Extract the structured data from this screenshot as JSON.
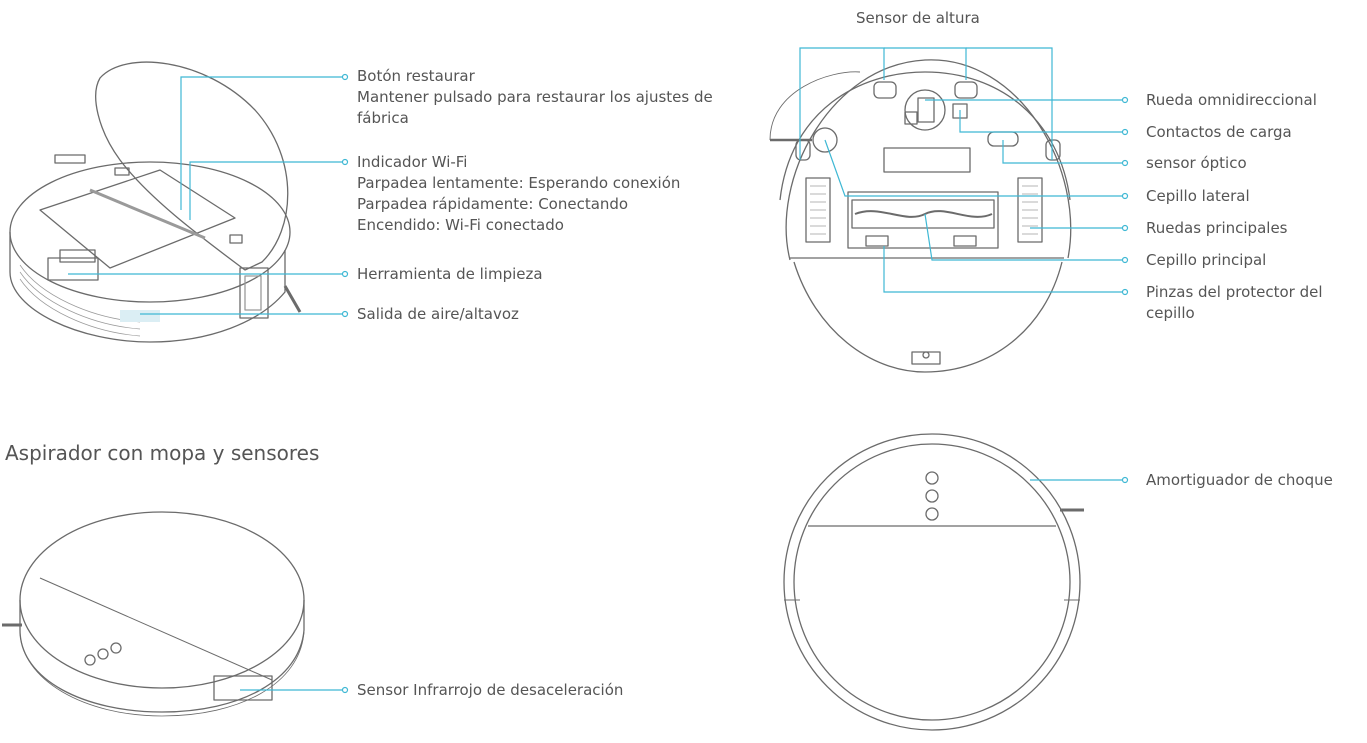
{
  "section_heading": "Aspirador con mopa y sensores",
  "accent_color": "#3fb8d4",
  "labels": {
    "sensor_altura": "Sensor de altura",
    "boton_restaurar": [
      "Botón restaurar",
      "Mantener pulsado para restaurar los ajustes de",
      "fábrica"
    ],
    "indicador_wifi": [
      "Indicador Wi-Fi",
      "Parpadea lentamente: Esperando conexión",
      "Parpadea rápidamente: Conectando",
      "Encendido: Wi-Fi conectado"
    ],
    "herramienta": "Herramienta de limpieza",
    "salida_aire": "Salida de aire/altavoz",
    "rueda_omni": "Rueda omnidireccional",
    "contactos": "Contactos de carga",
    "sensor_optico": "sensor óptico",
    "cepillo_lateral": "Cepillo lateral",
    "ruedas_principales": "Ruedas principales",
    "cepillo_principal": "Cepillo principal",
    "pinzas": [
      "Pinzas del protector del",
      "cepillo"
    ],
    "amortiguador": "Amortiguador de choque",
    "sensor_infrarrojo": "Sensor Infrarrojo de desaceleración"
  }
}
